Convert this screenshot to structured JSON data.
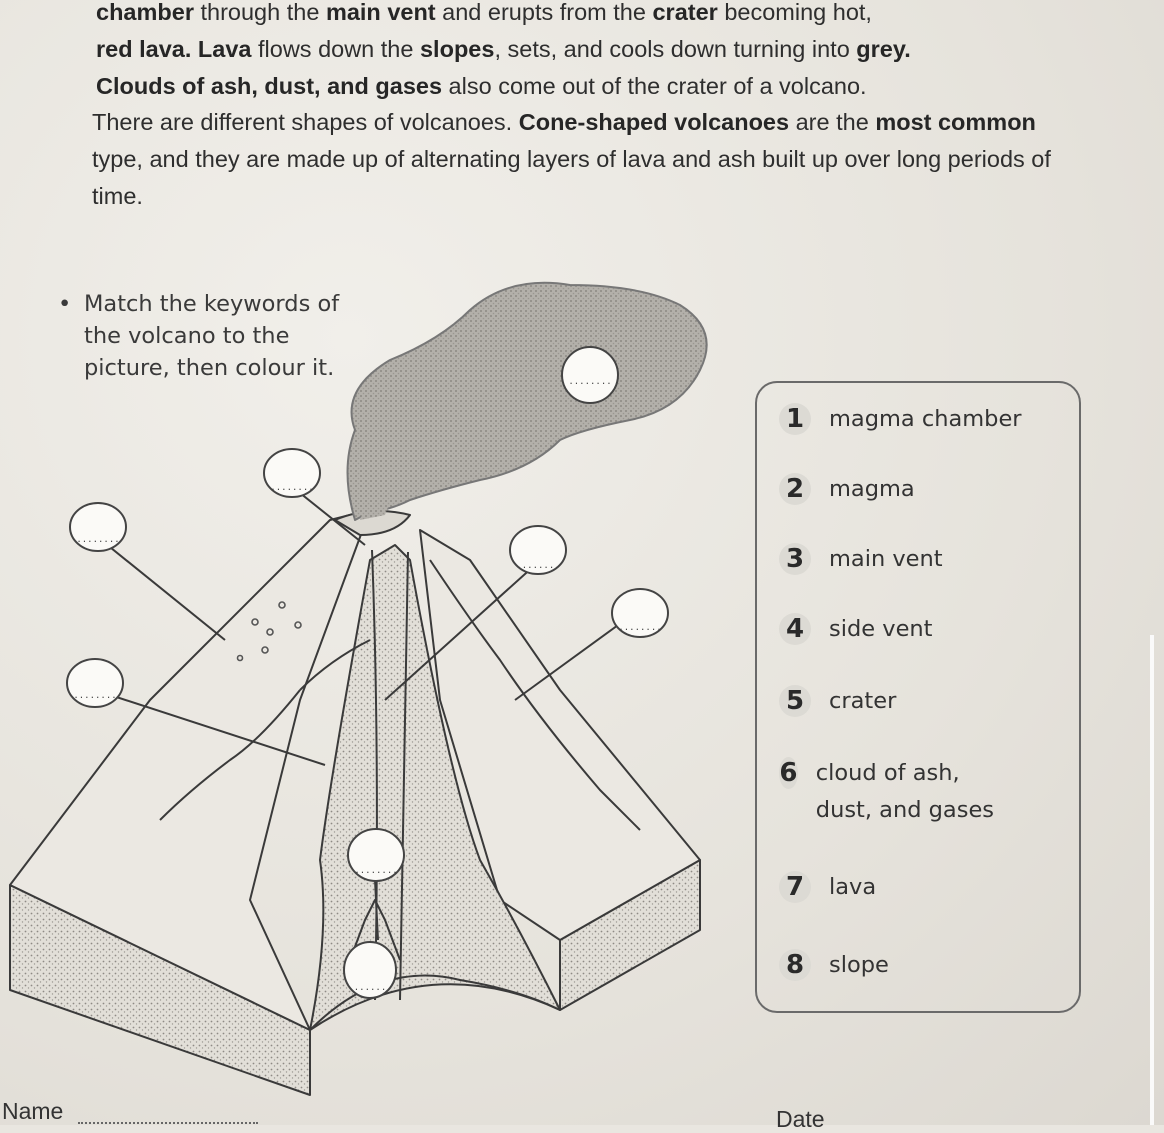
{
  "text": {
    "p1_a": "chamber",
    "p1_b": " through the ",
    "p1_c": "main vent",
    "p1_d": " and erupts from the ",
    "p1_e": "crater",
    "p1_f": " becoming hot,",
    "p1_g": "red lava. Lava",
    "p1_h": " flows down the ",
    "p1_i": "slopes",
    "p1_j": ", sets, and cools down turning into ",
    "p1_k": "grey.",
    "p1_l": "Clouds of ash, dust, and gases",
    "p1_m": " also come out of the crater of a volcano.",
    "p2_a": "There are different shapes of volcanoes. ",
    "p2_b": "Cone-shaped volcanoes",
    "p2_c": " are the ",
    "p2_d": "most common",
    "p2_e": " type, and they are made up of alternating layers of lava and ash built up over long periods of time."
  },
  "instruction": {
    "bullet": "•",
    "text": "Match the keywords of the volcano to the picture, then colour it."
  },
  "keywords": [
    {
      "num": "1",
      "label": "magma chamber"
    },
    {
      "num": "2",
      "label": "magma"
    },
    {
      "num": "3",
      "label": "main vent"
    },
    {
      "num": "4",
      "label": "side vent"
    },
    {
      "num": "5",
      "label": "crater"
    },
    {
      "num": "6",
      "label": "cloud of ash, dust, and gases"
    },
    {
      "num": "7",
      "label": "lava"
    },
    {
      "num": "8",
      "label": "slope"
    }
  ],
  "answer_blank": "........",
  "footer": {
    "name_label": "Name",
    "date_label": "Date"
  },
  "colors": {
    "ink": "#333333",
    "cloud": "#a9a6a0",
    "paper": "#e9e6e0"
  }
}
